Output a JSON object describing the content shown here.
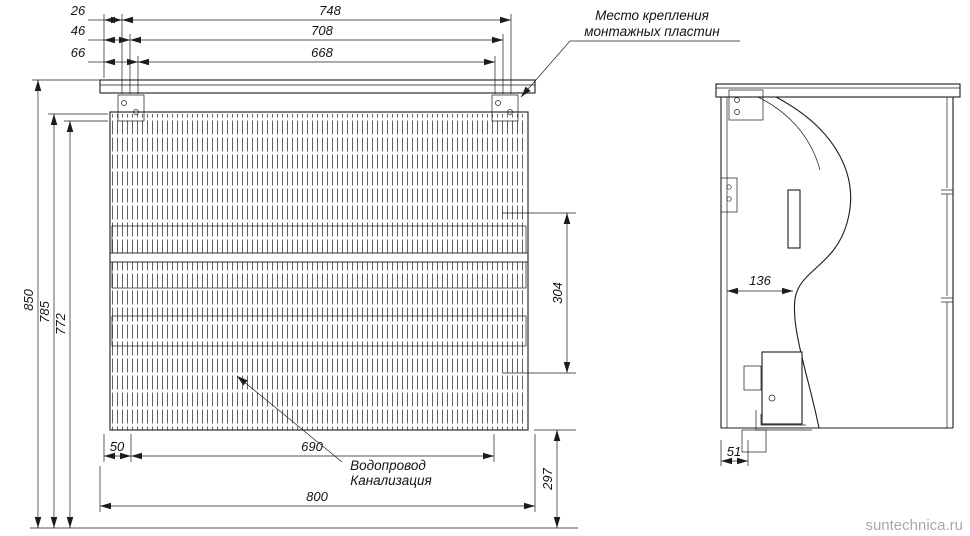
{
  "callouts": {
    "mounting_line1": "Место крепления",
    "mounting_line2": "монтажных пластин",
    "water": "Водопровод",
    "sewer": "Канализация"
  },
  "dims": {
    "top_26": "26",
    "top_46": "46",
    "top_66": "66",
    "top_748": "748",
    "top_708": "708",
    "top_668": "668",
    "left_850": "850",
    "left_785": "785",
    "left_772": "772",
    "right_304": "304",
    "right_297": "297",
    "bottom_50": "50",
    "bottom_690": "690",
    "bottom_800": "800",
    "side_136": "136",
    "side_51": "51"
  },
  "watermark": "suntechnica.ru"
}
